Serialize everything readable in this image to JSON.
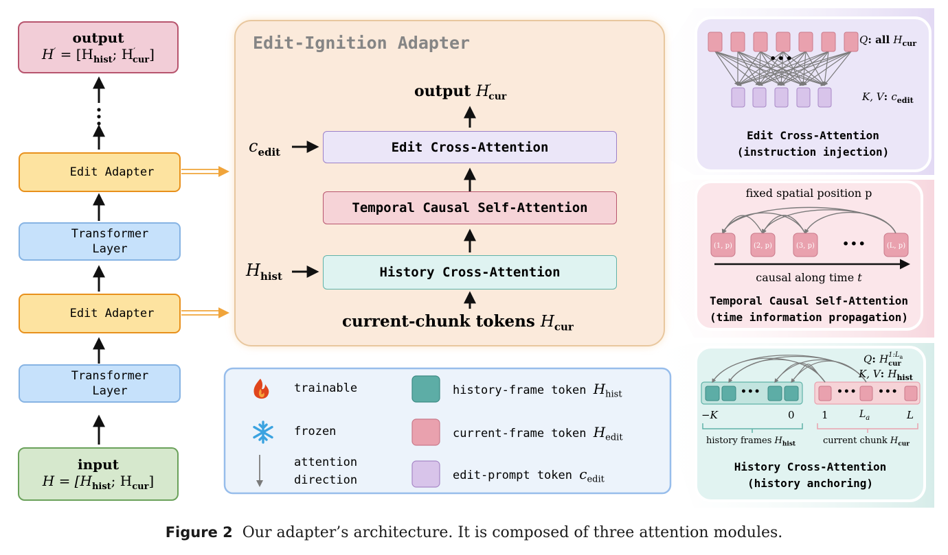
{
  "left_stack": {
    "output_title": "output",
    "output_formula_H": "H",
    "output_formula_mid": " = [H",
    "output_formula_hist": "hist",
    "output_formula_semi": "; H",
    "output_formula_cur": "cur",
    "output_formula_close": "]",
    "edit_adapter_label": "Edit Adapter",
    "transformer_line1": "Transformer",
    "transformer_line2": "Layer",
    "input_title": "input",
    "input_formula_H": "H = [H",
    "input_formula_hist": "hist",
    "input_formula_semi": "; H",
    "input_formula_cur": "cur",
    "input_formula_close": "]"
  },
  "adapter": {
    "title": "Edit-Ignition Adapter",
    "output_word": "output ",
    "output_H": "H",
    "output_sub": "cur",
    "c_edit_c": "c",
    "c_edit_sub": "edit",
    "h_hist_H": "H",
    "h_hist_sub": "hist",
    "edit_cross_attention": "Edit Cross-Attention",
    "temporal_causal": "Temporal Causal Self-Attention",
    "history_cross_attention": "History Cross-Attention",
    "current_tokens": "current-chunk tokens ",
    "current_H": "H",
    "current_sub": "cur"
  },
  "legend": {
    "trainable": "trainable",
    "frozen": "frozen",
    "attention_line1": "attention",
    "attention_line2": "direction",
    "history_token": "history-frame token ",
    "history_token_H": "H",
    "history_token_sub": "hist",
    "current_token": "current-frame token ",
    "current_token_H": "H",
    "current_token_sub": "edit",
    "prompt_token": "edit-prompt token ",
    "prompt_token_c": "c",
    "prompt_token_sub": "edit"
  },
  "panel_edit": {
    "q_label": "Q",
    "q_rest": ": all ",
    "q_H": "H",
    "q_sub": "cur",
    "kv_label": "K, V",
    "kv_rest": ": ",
    "kv_c": "c",
    "kv_sub": "edit",
    "dots": "• • •",
    "title1": "Edit Cross-Attention",
    "title2": "(instruction injection)"
  },
  "panel_temporal": {
    "fixed_label": "fixed spatial position p",
    "tok1": "(1, p)",
    "tok2": "(2, p)",
    "tok3": "(3, p)",
    "tokL": "(L, p)",
    "dots": "• • •",
    "causal_label": "causal along time ",
    "causal_t": "t",
    "title1": "Temporal Causal Self-Attention",
    "title2": "(time information propagation)"
  },
  "panel_history": {
    "q_label": "Q",
    "q_rest": ": ",
    "q_H": "H",
    "q_sub": "cur",
    "q_sup": "1:L",
    "q_sup_sub": "a",
    "kv_label": "K, V",
    "kv_rest": ": ",
    "kv_H": "H",
    "kv_sub": "hist",
    "dots": "• • •",
    "neg_k": "−K",
    "zero": "0",
    "one": "1",
    "la_L": "L",
    "la_sub": "a",
    "L": "L",
    "hist_frames": "history frames ",
    "hist_frames_H": "H",
    "hist_frames_sub": "hist",
    "cur_chunk": "current chunk ",
    "cur_chunk_H": "H",
    "cur_chunk_sub": "cur",
    "title1": "History Cross-Attention",
    "title2": "(history anchoring)"
  },
  "caption": {
    "figure": "Figure 2",
    "text": "  Our adapter’s architecture. It is composed of three attention modules."
  },
  "colors": {
    "pink_fill": "#f2cdd7",
    "pink_border": "#b7546d",
    "yellow_fill": "#fde3a0",
    "yellow_border": "#e8901c",
    "blue_fill": "#c6e1fb",
    "blue_border": "#86b3e3",
    "green_fill": "#d6e8cd",
    "green_border": "#6aa15a",
    "adapter_fill": "#fbeadb",
    "adapter_border": "#e8c79e",
    "purple_fill": "#ebe6f8",
    "purple_border": "#9b80c8",
    "teal_fill": "#dff3f1",
    "teal_border": "#5fb2a8",
    "flame": "#e0451c",
    "snow": "#3ba3e0"
  }
}
